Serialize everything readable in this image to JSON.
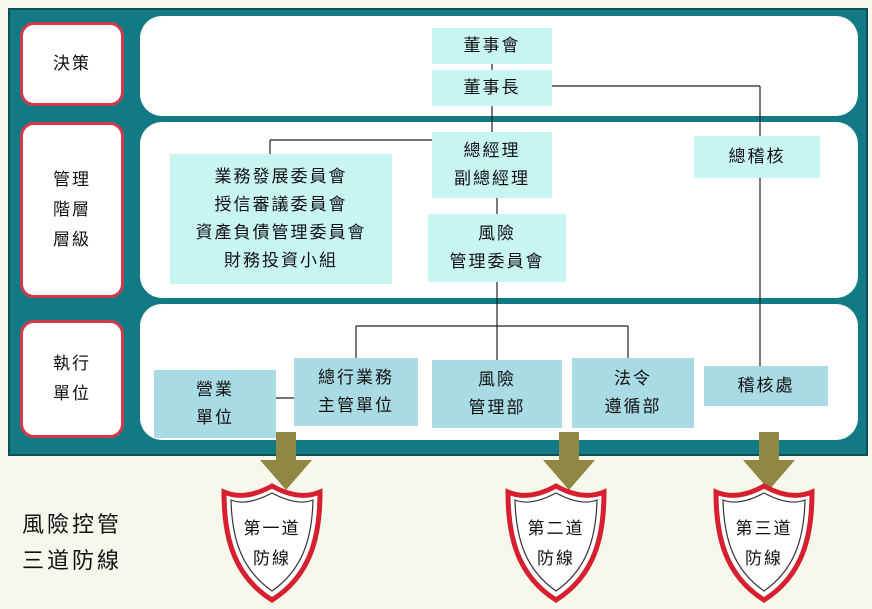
{
  "levels": {
    "decision": [
      "決策"
    ],
    "management": [
      "管理",
      "階層",
      "層級"
    ],
    "execution": [
      "執行",
      "單位"
    ]
  },
  "nodes": {
    "board": [
      "董事會"
    ],
    "chairman": [
      "董事長"
    ],
    "president": [
      "總經理",
      "副總經理"
    ],
    "committees": [
      "業務發展委員會",
      "授信審議委員會",
      "資產負債管理委員會",
      "財務投資小組"
    ],
    "risk_committee": [
      "風險",
      "管理委員會"
    ],
    "chief_auditor": [
      "總稽核"
    ],
    "business_units": [
      "營業",
      "單位"
    ],
    "hq_business": [
      "總行業務",
      "主管單位"
    ],
    "risk_dept": [
      "風險",
      "管理部"
    ],
    "compliance": [
      "法令",
      "遵循部"
    ],
    "audit_dept": [
      "稽核處"
    ]
  },
  "defense": {
    "title": [
      "風險控管",
      "三道防線"
    ],
    "lines": [
      [
        "第一道",
        "防線"
      ],
      [
        "第二道",
        "防線"
      ],
      [
        "第三道",
        "防線"
      ]
    ]
  },
  "colors": {
    "panel": "#127a84",
    "label_border": "#d23a47",
    "node_light": "#c8f4f2",
    "node_mid": "#a9dbe4",
    "arrow": "#8f8742",
    "shield_border": "#d61f2f"
  }
}
